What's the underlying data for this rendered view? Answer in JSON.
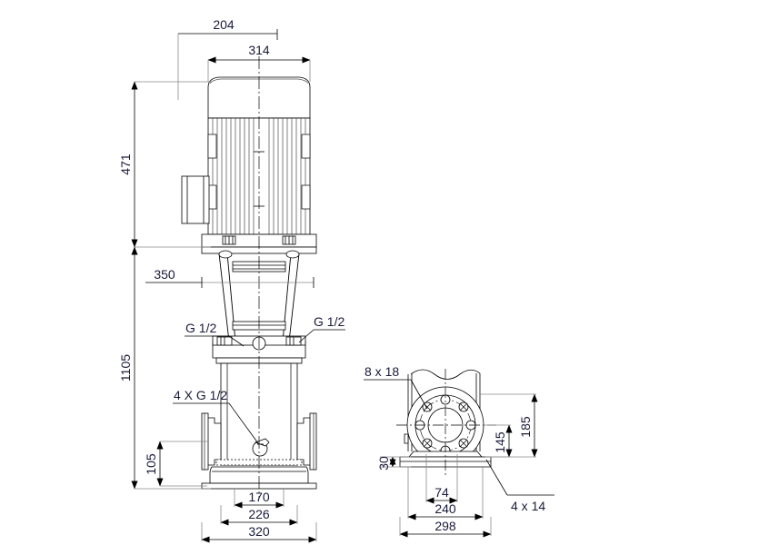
{
  "drawing": {
    "type": "technical-dimension-drawing",
    "subject": "vertical multistage centrifugal pump",
    "units": "mm",
    "line_color": "#000000",
    "text_color": "#1a1a3a",
    "background": "#ffffff",
    "views": [
      "front-elevation",
      "side-elevation-base"
    ]
  },
  "front_view": {
    "dimensions": {
      "motor_offset_204": "204",
      "motor_width_314": "314",
      "motor_height_471": "471",
      "bracket_350": "350",
      "total_height_1105": "1105",
      "flange_centre_105": "105",
      "base_inner_170": "170",
      "base_mid_226": "226",
      "base_outer_320": "320"
    },
    "callouts": {
      "port_left": "G 1/2",
      "port_right": "G 1/2",
      "drain_ports": "4 X G 1/2"
    }
  },
  "side_view": {
    "dimensions": {
      "flange_bolt_holes": "8 x 18",
      "base_plate_thickness_30": "30",
      "flange_centre_145": "145",
      "flange_top_185": "185",
      "foot_slot_74": "74",
      "foot_centres_240": "240",
      "base_width_298": "298"
    },
    "callouts": {
      "base_bolt_holes": "4 x 14"
    }
  }
}
